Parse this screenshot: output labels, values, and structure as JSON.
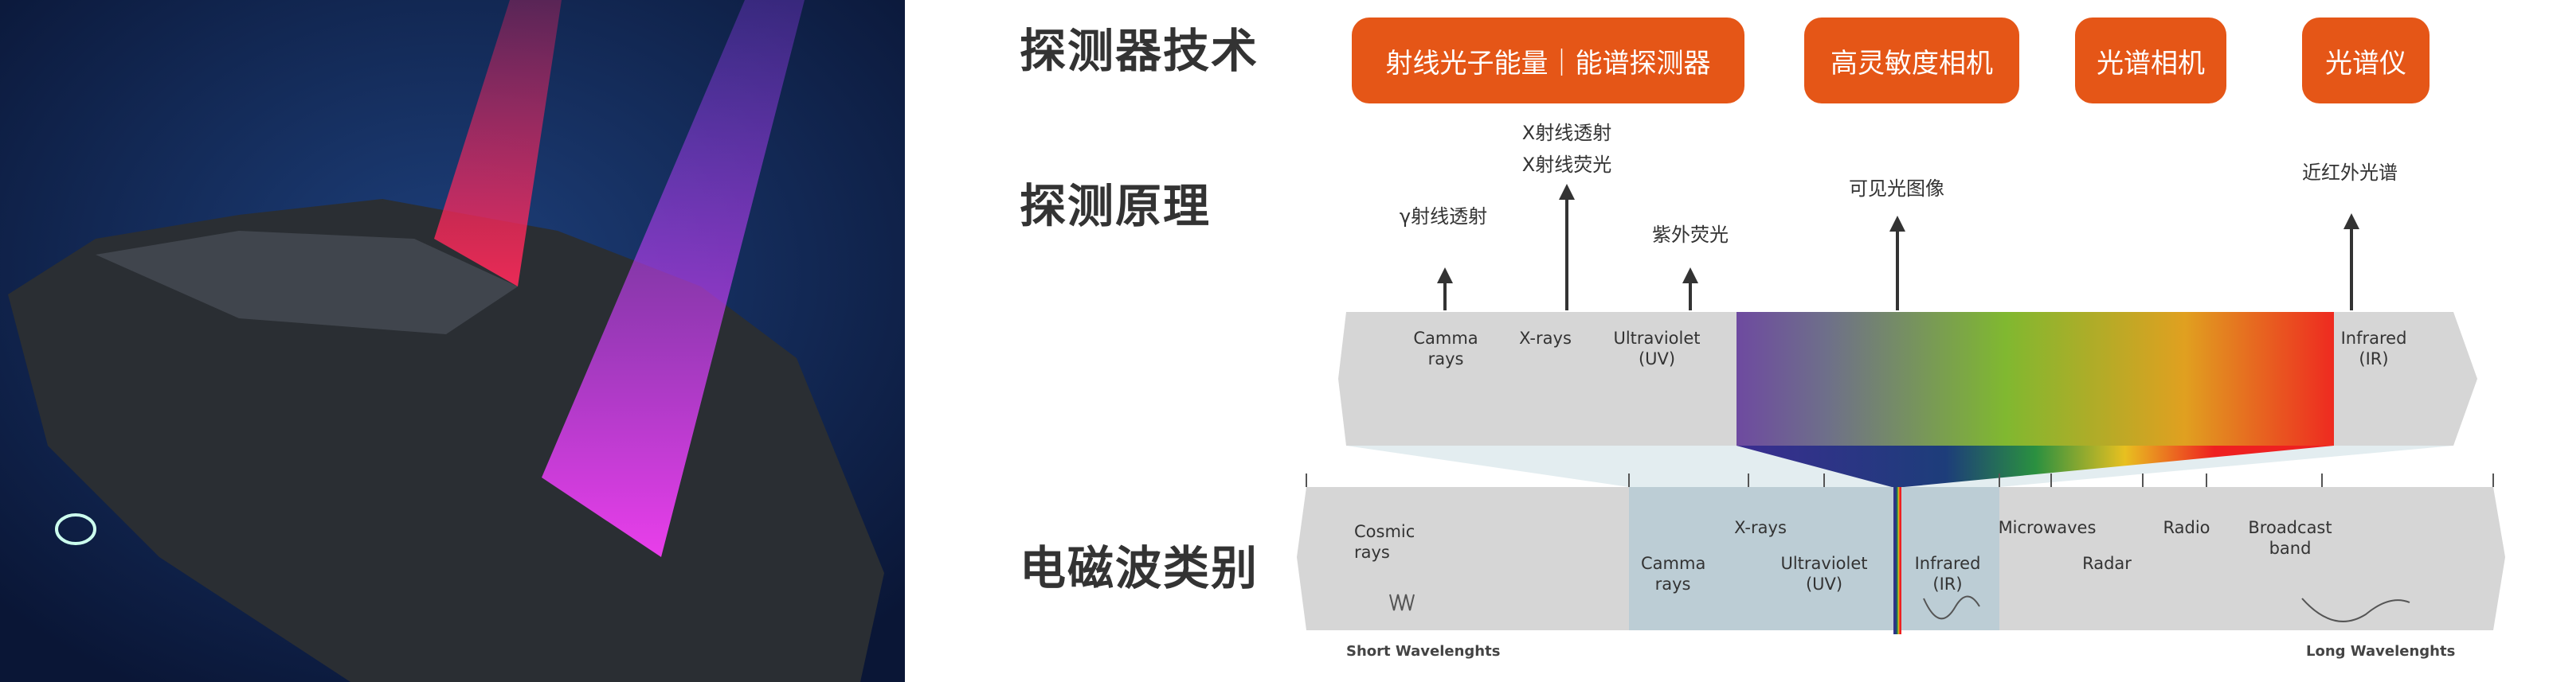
{
  "sections": {
    "detector_tech": "探测器技术",
    "principle": "探测原理",
    "em_category": "电磁波类别"
  },
  "buttons": [
    "射线光子能量｜能谱探测器",
    "高灵敏度相机",
    "光谱相机",
    "光谱仪"
  ],
  "principles": {
    "gamma": "γ射线透射",
    "xray1": "X射线透射",
    "xray2": "X射线荧光",
    "uv": "紫外荧光",
    "visible": "可见光图像",
    "nir": "近红外光谱"
  },
  "upper_band": {
    "gamma": "Camma rays",
    "xray": "X-rays",
    "uv1": "Ultraviolet",
    "uv2": "(UV)",
    "ir1": "Infrared",
    "ir2": "(IR)"
  },
  "lower_band": {
    "cosmic": "Cosmic rays",
    "xray": "X-rays",
    "gamma": "Camma rays",
    "uv1": "Ultraviolet",
    "uv2": "(UV)",
    "ir1": "Infrared",
    "ir2": "(IR)",
    "microwaves": "Microwaves",
    "radio": "Radio",
    "broadcast": "Broadcast band",
    "radar": "Radar"
  },
  "axis": {
    "short": "Short Wavelenghts",
    "long": "Long Wavelenghts"
  },
  "colors": {
    "accent": "#e55617",
    "band": "#d6d6d6",
    "band_blue": "#bccdd5"
  }
}
